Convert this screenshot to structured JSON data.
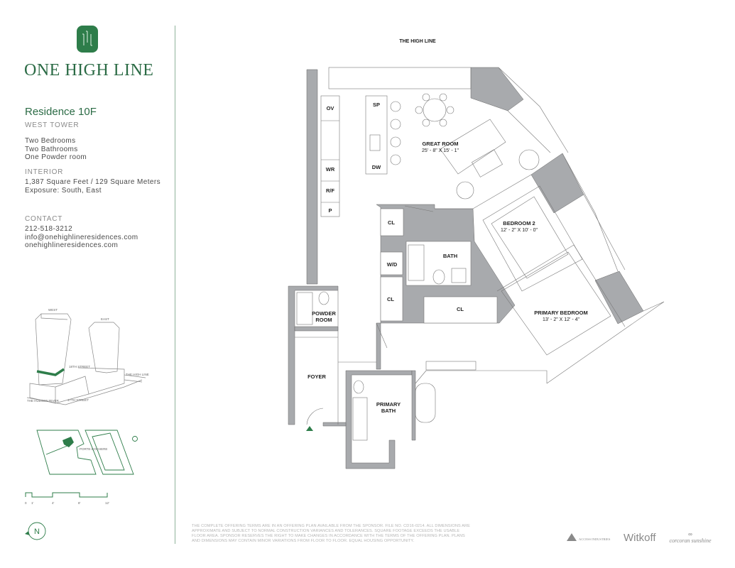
{
  "brand": {
    "name": "ONE HIGH LINE",
    "logo_monogram": "1H",
    "accent_color": "#2b6b45"
  },
  "residence": {
    "title": "Residence 10F",
    "tower": "WEST TOWER",
    "features": [
      "Two Bedrooms",
      "Two Bathrooms",
      "One Powder room"
    ],
    "interior_heading": "INTERIOR",
    "area": "1,387 Square Feet / 129 Square Meters",
    "exposure": "Exposure: South, East"
  },
  "contact": {
    "heading": "CONTACT",
    "phone": "212-518-3212",
    "email": "info@onehighlineresidences.com",
    "website": "onehighlineresidences.com"
  },
  "key_plan": {
    "tower_west": "WEST",
    "tower_east": "EAST",
    "street_18": "18TH STREET",
    "street_17": "17TH STREET",
    "river": "THE HUDSON RIVER",
    "high_line": "THE HIGH LINE",
    "porte_cochere": "PORTE-COCHERE"
  },
  "scale_bar": {
    "ticks": [
      "0",
      "1'",
      "4'",
      "8'",
      "12'"
    ]
  },
  "compass": {
    "label": "N"
  },
  "plan": {
    "top_label": "THE HIGH LINE",
    "rooms": {
      "ov": "OV",
      "wr": "WR",
      "rf": "R/F",
      "p": "P",
      "sp": "SP",
      "dw": "DW",
      "great_room": "GREAT ROOM",
      "great_room_dims": "25' - 8\" X 15' - 1\"",
      "bedroom2": "BEDROOM 2",
      "bedroom2_dims": "12' - 2\" X 10' - 0\"",
      "primary_bedroom": "PRIMARY BEDROOM",
      "primary_bedroom_dims": "13' - 2\" X 12' - 4\"",
      "cl1": "CL",
      "cl2": "CL",
      "cl3": "CL",
      "wd": "W/D",
      "bath": "BATH",
      "powder1": "POWDER",
      "powder2": "ROOM",
      "foyer": "FOYER",
      "primary_bath1": "PRIMARY",
      "primary_bath2": "BATH"
    }
  },
  "disclaimer": "THE COMPLETE OFFERING TERMS ARE IN AN OFFERING PLAN AVAILABLE FROM THE SPONSOR. FILE NO. CD16-0214. ALL DIMENSIONS ARE APPROXIMATE AND SUBJECT TO NORMAL CONSTRUCTION VARIANCES AND TOLERANCES. SQUARE FOOTAGE EXCEEDS THE USABLE FLOOR AREA. SPONSOR RESERVES THE RIGHT TO MAKE CHANGES IN ACCORDANCE WITH THE TERMS OF THE OFFERING PLAN. PLANS AND DIMENSIONS MAY CONTAIN MINOR VARIATIONS FROM FLOOR TO FLOOR. EQUAL HOUSING OPPORTUNITY.",
  "partners": {
    "access": "ACCESS INDUSTRIES",
    "witkoff": "Witkoff",
    "corcoran": "corcoran sunshine"
  }
}
